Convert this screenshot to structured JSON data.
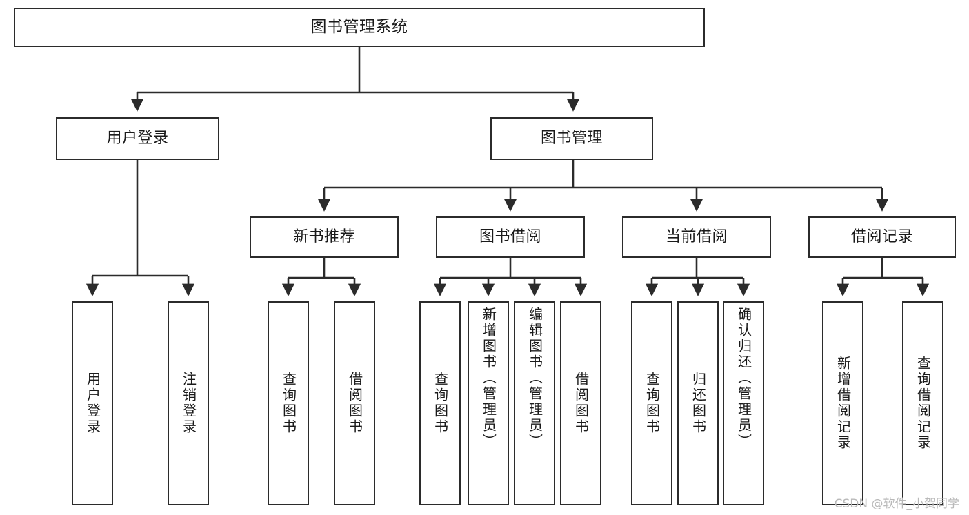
{
  "diagram": {
    "type": "tree",
    "title": "图书管理系统",
    "root": {
      "id": "root",
      "label": "图书管理系统"
    },
    "level2": [
      {
        "id": "user-login",
        "label": "用户登录"
      },
      {
        "id": "book-manage",
        "label": "图书管理"
      }
    ],
    "level3": [
      {
        "id": "new-book-rec",
        "label": "新书推荐",
        "parent": "book-manage"
      },
      {
        "id": "book-borrow",
        "label": "图书借阅",
        "parent": "book-manage"
      },
      {
        "id": "current-borrow",
        "label": "当前借阅",
        "parent": "book-manage"
      },
      {
        "id": "borrow-record",
        "label": "借阅记录",
        "parent": "book-manage"
      }
    ],
    "leaves": {
      "user-login": [
        {
          "id": "leaf-user-login",
          "label": "用户登录"
        },
        {
          "id": "leaf-user-logout",
          "label": "注销登录"
        }
      ],
      "new-book-rec": [
        {
          "id": "leaf-query-book-1",
          "label": "查询图书"
        },
        {
          "id": "leaf-borrow-book-1",
          "label": "借阅图书"
        }
      ],
      "book-borrow": [
        {
          "id": "leaf-query-book-2",
          "label": "查询图书"
        },
        {
          "id": "leaf-add-book",
          "label": "新增图书（管理员）"
        },
        {
          "id": "leaf-edit-book",
          "label": "编辑图书（管理员）"
        },
        {
          "id": "leaf-borrow-book-2",
          "label": "借阅图书"
        }
      ],
      "current-borrow": [
        {
          "id": "leaf-query-book-3",
          "label": "查询图书"
        },
        {
          "id": "leaf-return-book",
          "label": "归还图书"
        },
        {
          "id": "leaf-confirm-return",
          "label": "确认归还（管理员）"
        }
      ],
      "borrow-record": [
        {
          "id": "leaf-add-record",
          "label": "新增借阅记录"
        },
        {
          "id": "leaf-query-record",
          "label": "查询借阅记录"
        }
      ]
    }
  },
  "watermark": {
    "text": "CSDN @软件_小贺同学"
  },
  "colors": {
    "border": "#2b2b2b",
    "background": "#ffffff",
    "text": "#1a1a1a",
    "watermark": "#b9b9b9"
  }
}
